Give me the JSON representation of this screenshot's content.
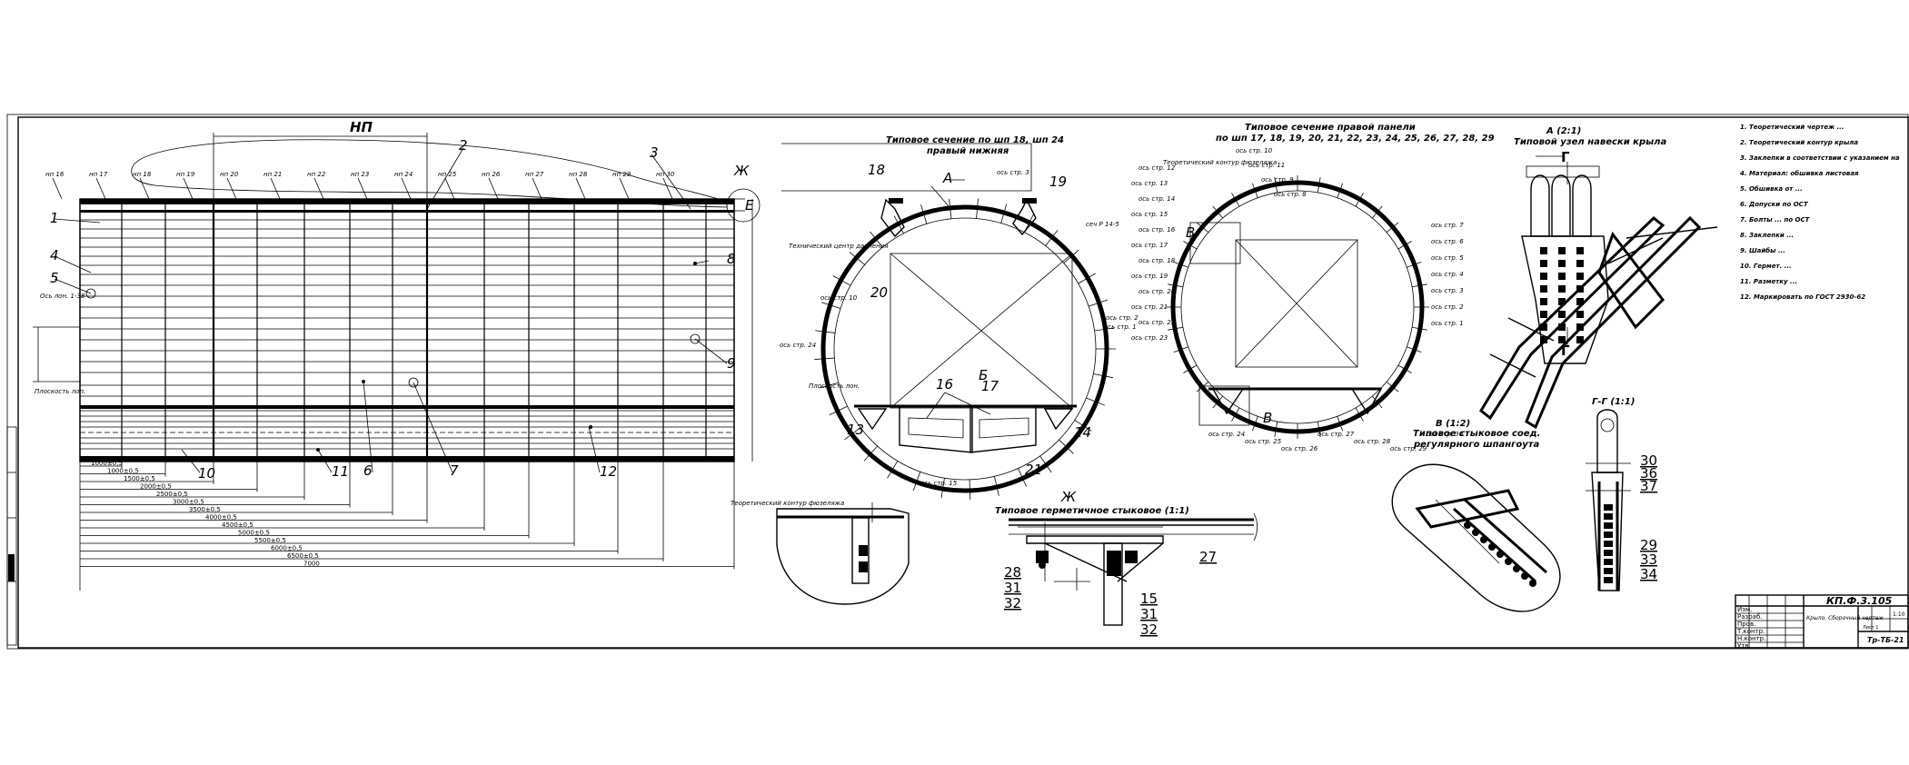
{
  "drawing": {
    "stamp_code": "КП.Ф.3.105",
    "sheet_code": "Тр-ТБ-21"
  },
  "wing_plan": {
    "title": "НП",
    "ribs": [
      "нп 16",
      "нп 17",
      "нп 18",
      "нп 19",
      "нп 20",
      "нп 21",
      "нп 22",
      "нп 23",
      "нп 24",
      "нп 25",
      "нп 26",
      "нп 27",
      "нп 28",
      "нп 29",
      "нп 30"
    ],
    "callouts": [
      "1",
      "2",
      "3",
      "4",
      "5",
      "6",
      "7",
      "8",
      "9",
      "10",
      "11",
      "12"
    ],
    "cut_labels": [
      "Ж",
      "E"
    ],
    "left_notes": [
      "Ось лон. 1-38",
      "Плоскость лоп."
    ],
    "dimensions": [
      "1000±0,5",
      "1000±0,5",
      "1500±0,5",
      "2000±0,5",
      "2500±0,5",
      "3000±0,5",
      "3500±0,5",
      "4000±0,5",
      "4500±0,5",
      "5000±0,5",
      "5500±0,5",
      "6000±0,5",
      "6500±0,5",
      "7000"
    ]
  },
  "section_mid": {
    "title_line1": "Типовое сечение по шп 18, шп 24",
    "title_line2": "правый нижняя",
    "labels": [
      "Технический центр давления",
      "ось стр. 10",
      "ось стр. 3",
      "ось стр. 24",
      "ось стр. 15",
      "ось стр. 1",
      "ось стр. 2",
      "Плоскость лон.",
      "сеч Р 14-5"
    ],
    "callouts": [
      "18",
      "19",
      "20",
      "16",
      "17",
      "13",
      "14",
      "21",
      "A",
      "Б"
    ]
  },
  "section_right": {
    "title_line1": "Типовое сечение правой панели",
    "title_line2": "по шп 17, 18, 19, 20, 21, 22, 23, 24, 25, 26, 27, 28, 29",
    "labels": [
      "ось стр. 10",
      "ось стр. 11",
      "ось стр. 9",
      "ось стр. 8",
      "ось стр. 7",
      "ось стр. 6",
      "ось стр. 5",
      "ось стр. 4",
      "ось стр. 3",
      "ось стр. 2",
      "ось стр. 1",
      "ось стр. 12",
      "ось стр. 13",
      "ось стр. 14",
      "ось стр. 15",
      "ось стр. 16",
      "ось стр. 17",
      "ось стр. 18",
      "ось стр. 19",
      "ось стр. 20",
      "ось стр. 21",
      "ось стр. 22",
      "ось стр. 23",
      "ось стр. 24",
      "ось стр. 25",
      "ось стр. 26",
      "ось стр. 27",
      "ось стр. 28",
      "ось стр. 29",
      "ось стр. 30",
      "Теоретический контур фюзеляжа"
    ],
    "callouts": [
      "В"
    ]
  },
  "detail_a": {
    "title_line1": "A (2:1)",
    "title_line2": "Типовой узел навески крыла",
    "callouts": [
      "Г",
      "Г"
    ]
  },
  "detail_v": {
    "title_line1": "В (1:2)",
    "title_line2": "Типовое стыковое соед.",
    "title_line3": "регулярного шпангоута"
  },
  "detail_zh": {
    "title_line1": "Ж",
    "title_line2": "Типовое герметичное стыковое (1:1)",
    "callouts": [
      "28",
      "31",
      "32",
      "27",
      "15",
      "31",
      "32"
    ]
  },
  "detail_gg": {
    "title": "Г-Г (1:1)",
    "callouts": [
      "30",
      "36",
      "37",
      "29",
      "33",
      "34"
    ]
  },
  "detail_b": {
    "label": "Теоретический контур фюзеляжа"
  },
  "notes": {
    "items": [
      "1. Теоретический чертеж ...",
      "2. Теоретический контур крыла",
      "3. Заклепки в соответствии с указанием на",
      "4. Материал: обшивка листовая",
      "5. Обшивка от ...",
      "6. Допуски по ОСТ",
      "7. Болты ... по ОСТ",
      "8. Заклепки ...",
      "9. Шайбы ...",
      "10. Гермет. ...",
      "11. Разметку ...",
      "12. Маркировать по ГОСТ 2930-62"
    ]
  },
  "stamp": {
    "rows": [
      "Изм.",
      "Разраб.",
      "Пров.",
      "Т.контр.",
      "Н.контр.",
      "Утв."
    ],
    "title": "Крыло. Сборочный чертеж",
    "scale": "1:10",
    "mass": "",
    "sheet": "Лист 1"
  }
}
